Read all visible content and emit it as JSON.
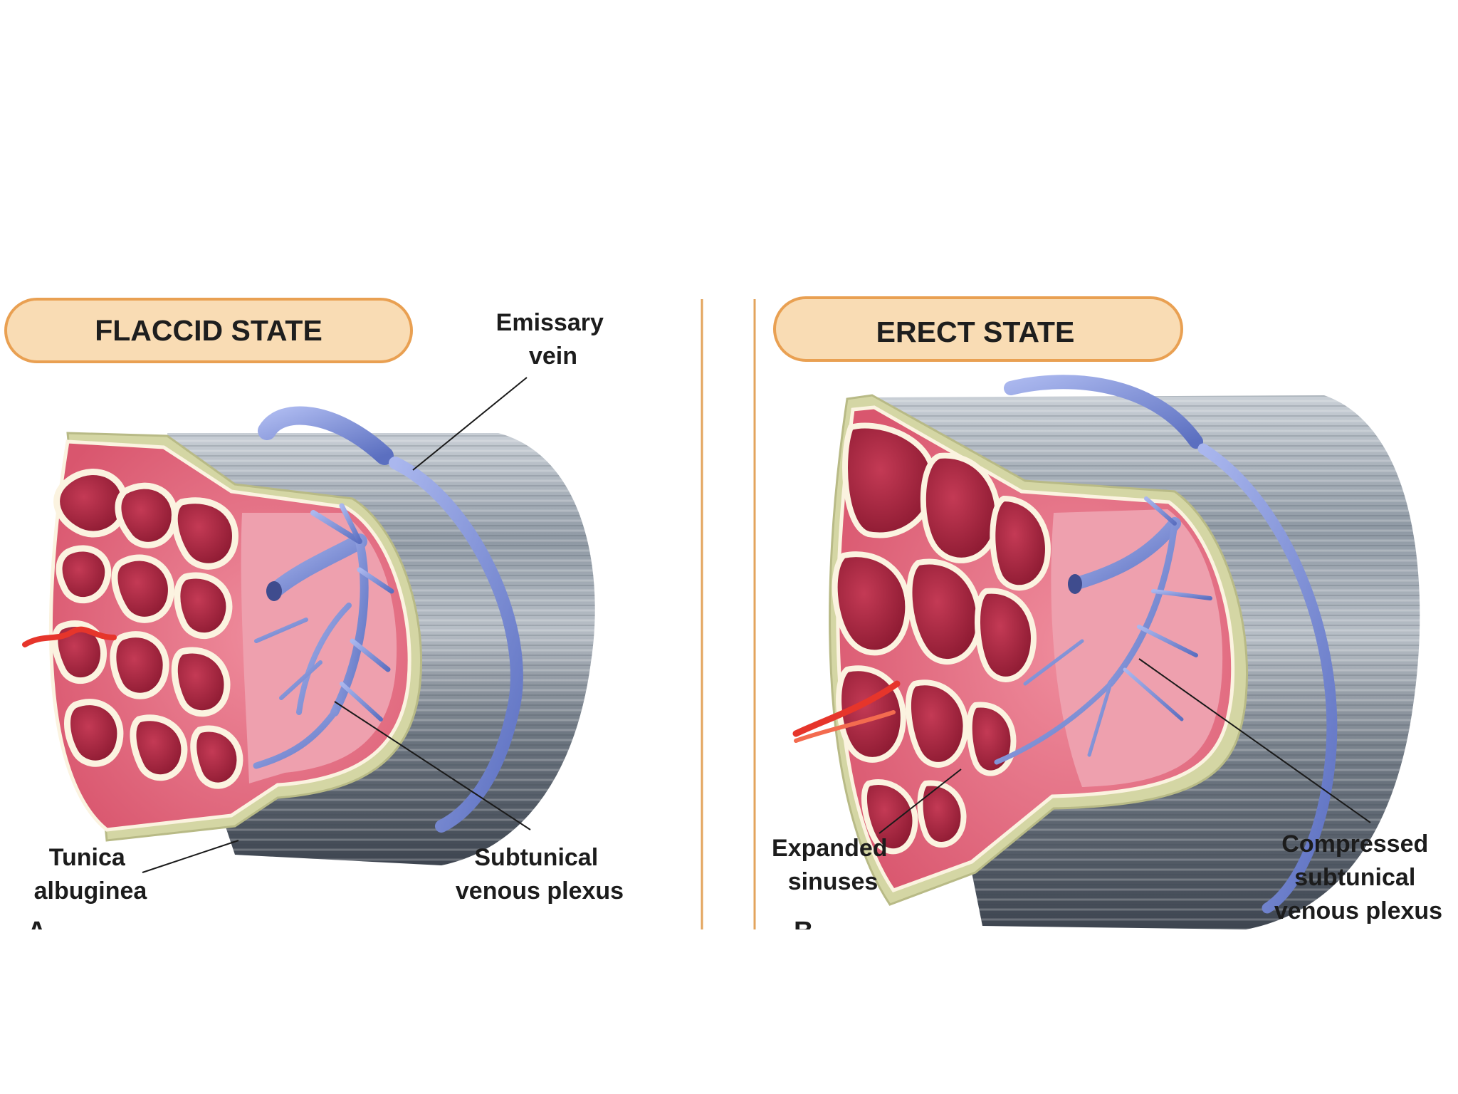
{
  "panels": [
    {
      "title": "FLACCID STATE",
      "letter": "A",
      "labels": {
        "emissary": [
          "Emissary",
          "vein"
        ],
        "tunica": [
          "Tunica",
          "albuginea"
        ],
        "plexus": [
          "Subtunical",
          "venous plexus"
        ]
      }
    },
    {
      "title": "ERECT STATE",
      "letter": "B",
      "labels": {
        "sinuses": [
          "Expanded",
          "sinuses"
        ],
        "compressed": [
          "Compressed",
          "subtunical",
          "venous plexus"
        ]
      }
    }
  ],
  "colors": {
    "title_fill": "#f9dcb4",
    "title_border": "#e9a052",
    "divider": "#e3a45d",
    "tissue": "#e06278",
    "sinus": "#a4233c",
    "septum": "#fbf3e0",
    "vein": "#7f92d8",
    "tunica": "#d4d6a4",
    "sheath": "#9aa3ad"
  }
}
